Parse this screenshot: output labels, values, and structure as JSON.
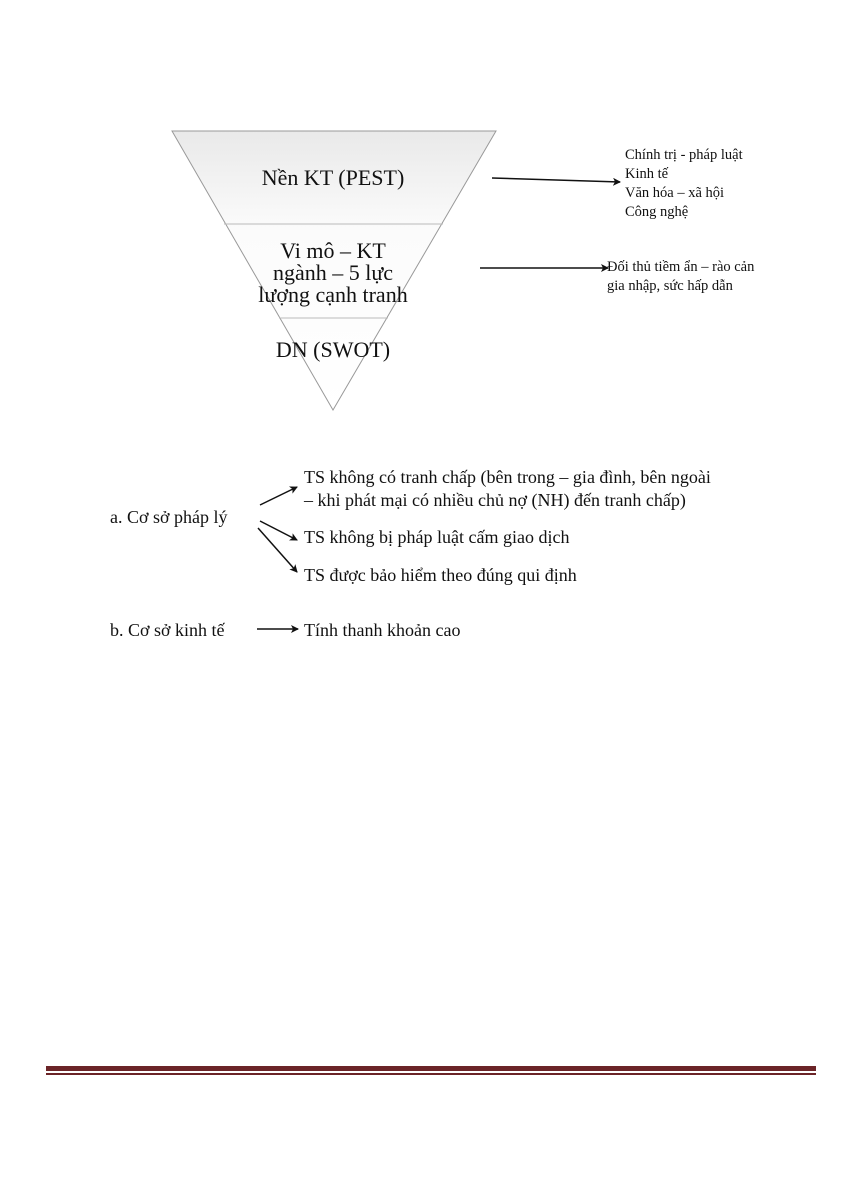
{
  "pyramid": {
    "levels": [
      {
        "lines": [
          "Nền KT (PEST)"
        ]
      },
      {
        "lines": [
          "Vi mô – KT",
          "ngành – 5 lực",
          "lượng cạnh tranh"
        ]
      },
      {
        "lines": [
          "DN (SWOT)"
        ]
      }
    ],
    "pest_factors": [
      "Chính trị - pháp luật",
      "Kinh tế",
      "Văn hóa – xã hội",
      "Công nghệ"
    ],
    "micro_note": [
      "Đối thủ tiềm ẩn – rào cản",
      "gia nhập, sức hấp dẫn"
    ]
  },
  "legal_basis": {
    "label": "a. Cơ sở pháp lý",
    "items": [
      [
        "TS không có tranh chấp (bên trong – gia đình, bên ngoài",
        "– khi phát mại có nhiều chủ nợ (NH) đến tranh chấp)"
      ],
      [
        "TS không bị pháp luật cấm giao dịch"
      ],
      [
        "TS được bảo hiểm theo đúng qui định"
      ]
    ]
  },
  "economic_basis": {
    "label": "b. Cơ sở kinh tế",
    "item": "Tính thanh khoản cao"
  },
  "colors": {
    "footer_rule": "#6b2427"
  }
}
